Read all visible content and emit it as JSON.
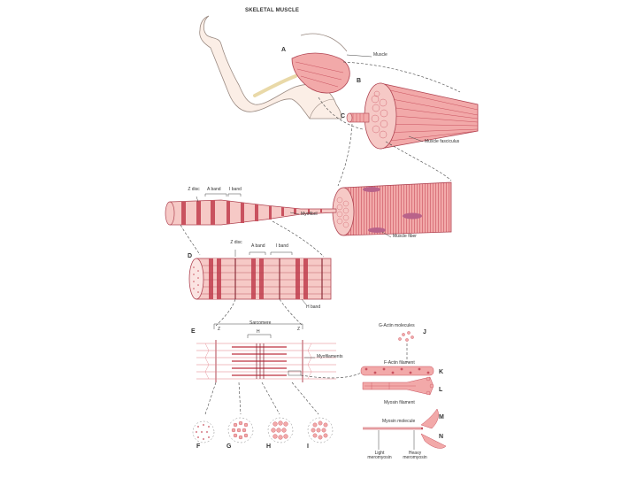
{
  "title": "SKELETAL MUSCLE",
  "letters": {
    "A": "A",
    "B": "B",
    "C": "C",
    "D": "D",
    "E": "E",
    "F": "F",
    "G": "G",
    "H": "H",
    "I": "I",
    "J": "J",
    "K": "K",
    "L": "L",
    "M": "M",
    "N": "N"
  },
  "labels": {
    "muscle": "Muscle",
    "fasciculus": "Muscle fasciculus",
    "fiber": "Muscle fiber",
    "myofibril": "Myofibril",
    "z_disc_1": "Z disc",
    "a_band_1": "A band",
    "i_band_1": "I band",
    "z_disc_2": "Z disc",
    "a_band_2": "A band",
    "i_band_2": "I band",
    "h_band": "H band",
    "sarcomere": "Sarcomere",
    "z_left": "Z",
    "z_right": "Z",
    "h_small": "H",
    "myofilaments": "Myofilaments",
    "g_actin": "G-Actin molecules",
    "f_actin": "F-Actin filament",
    "myosin_filament": "Myosin filament",
    "myosin_molecule": "Myosin molecule",
    "light_meromyosin": "Light meromyosin",
    "heavy_meromyosin": "Heavy meromyosin"
  },
  "colors": {
    "muscle_fill": "#f2a9a9",
    "muscle_dark": "#c9525f",
    "muscle_stroke": "#b04452",
    "skin_fill": "#fbeee6",
    "skin_stroke": "#9a8a82",
    "bone": "#fff7d6",
    "fiber_blob": "#b9638a",
    "leader": "#444444"
  }
}
